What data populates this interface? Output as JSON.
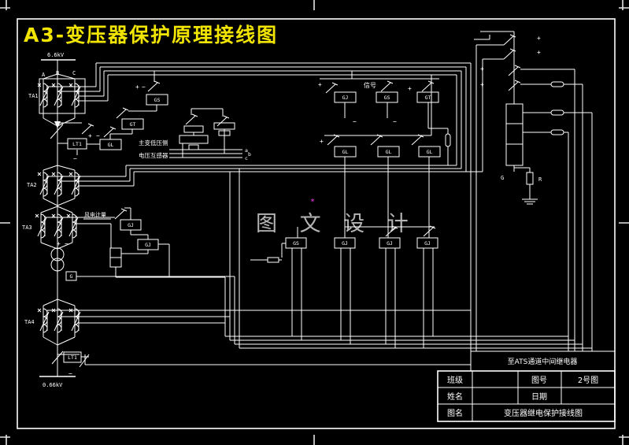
{
  "title": {
    "text": "A3-变压器保护原理接线图",
    "color": "#f0e400"
  },
  "watermark": {
    "text": "图 文 设 计",
    "marker": "*",
    "marker_color": "#ff3dff"
  },
  "symbols": {
    "plus": "+",
    "minus": "−"
  },
  "labels": {
    "voltage_top": "6.6kV",
    "voltage_bottom": "0.66kV",
    "phases": [
      "A",
      "B",
      "C"
    ],
    "bus_phases": [
      "a",
      "b",
      "c"
    ],
    "signal": "信号",
    "pt_note_line1": "主变低压侧",
    "pt_note_line2": "电压互感器",
    "metering_note": "风电计量",
    "ats_note": "至ATS通道中间继电器",
    "g": "G",
    "r": "R"
  },
  "transformers": [
    {
      "label": "TA1"
    },
    {
      "label": "TA2"
    },
    {
      "label": "TA3"
    },
    {
      "label": "TA4"
    }
  ],
  "breakers": [
    {
      "label": "LT1"
    },
    {
      "label": "LT1"
    }
  ],
  "relays": [
    {
      "label": "GS"
    },
    {
      "label": "GT"
    },
    {
      "label": "GL"
    },
    {
      "label": "GJ"
    },
    {
      "label": "GS"
    },
    {
      "label": "GT"
    },
    {
      "label": "GL"
    },
    {
      "label": "GL"
    },
    {
      "label": "GL"
    },
    {
      "label": "GJ"
    },
    {
      "label": "GJ"
    },
    {
      "label": "GS"
    },
    {
      "label": "GJ"
    },
    {
      "label": "GJ"
    },
    {
      "label": "GJ"
    },
    {
      "label": "G"
    }
  ],
  "title_block": {
    "class_label": "班级",
    "name_label": "姓名",
    "drawing_name_label": "图名",
    "drawing_no_label": "图号",
    "date_label": "日期",
    "drawing_no_value": "2号图",
    "drawing_name_value": "变压器继电保护接线图"
  }
}
